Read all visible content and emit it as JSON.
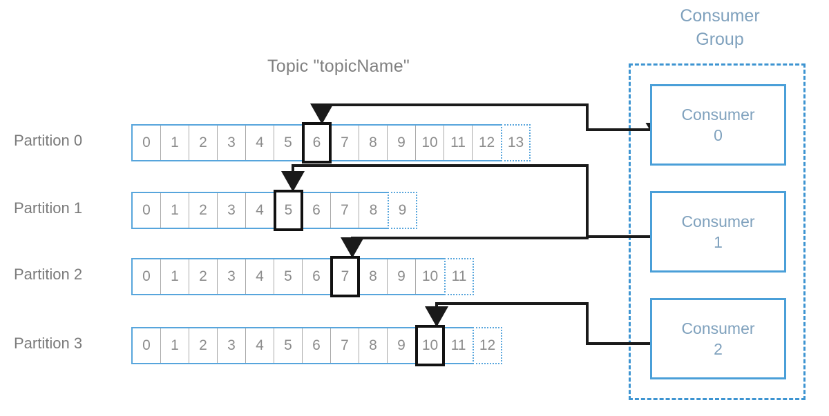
{
  "diagram": {
    "title": "Topic \"topicName\"",
    "consumer_group_title": "Consumer\nGroup",
    "consumer_group_title_line1": "Consumer",
    "consumer_group_title_line2": "Group",
    "colors": {
      "partition_border": "#57a5dc",
      "cell_divider": "#a8a8a8",
      "cell_text": "#8c8c8c",
      "current_offset_border": "#111111",
      "consumer_border": "#4a9fd8",
      "consumer_text": "#7fa1bd",
      "group_dash_border": "#3d94d1",
      "title_text": "#808080",
      "label_text": "#7a7a7a",
      "connector_line": "#1a1a1a",
      "background": "#ffffff"
    }
  },
  "partitions": [
    {
      "label": "Partition 0",
      "offsets": [
        "0",
        "1",
        "2",
        "3",
        "4",
        "5",
        "6",
        "7",
        "8",
        "9",
        "10",
        "11",
        "12"
      ],
      "next_offset": "13",
      "current_offset": "6",
      "current_index": 6,
      "consumer": "Consumer 0"
    },
    {
      "label": "Partition 1",
      "offsets": [
        "0",
        "1",
        "2",
        "3",
        "4",
        "5",
        "6",
        "7",
        "8"
      ],
      "next_offset": "9",
      "current_offset": "5",
      "current_index": 5,
      "consumer": "Consumer 1"
    },
    {
      "label": "Partition 2",
      "offsets": [
        "0",
        "1",
        "2",
        "3",
        "4",
        "5",
        "6",
        "7",
        "8",
        "9",
        "10"
      ],
      "next_offset": "11",
      "current_offset": "7",
      "current_index": 7,
      "consumer": "Consumer 1"
    },
    {
      "label": "Partition 3",
      "offsets": [
        "0",
        "1",
        "2",
        "3",
        "4",
        "5",
        "6",
        "7",
        "8",
        "9",
        "10",
        "11"
      ],
      "next_offset": "12",
      "current_offset": "10",
      "current_index": 10,
      "consumer": "Consumer 2"
    }
  ],
  "consumers": [
    {
      "name": "Consumer",
      "id": "0"
    },
    {
      "name": "Consumer",
      "id": "1"
    },
    {
      "name": "Consumer",
      "id": "2"
    }
  ]
}
